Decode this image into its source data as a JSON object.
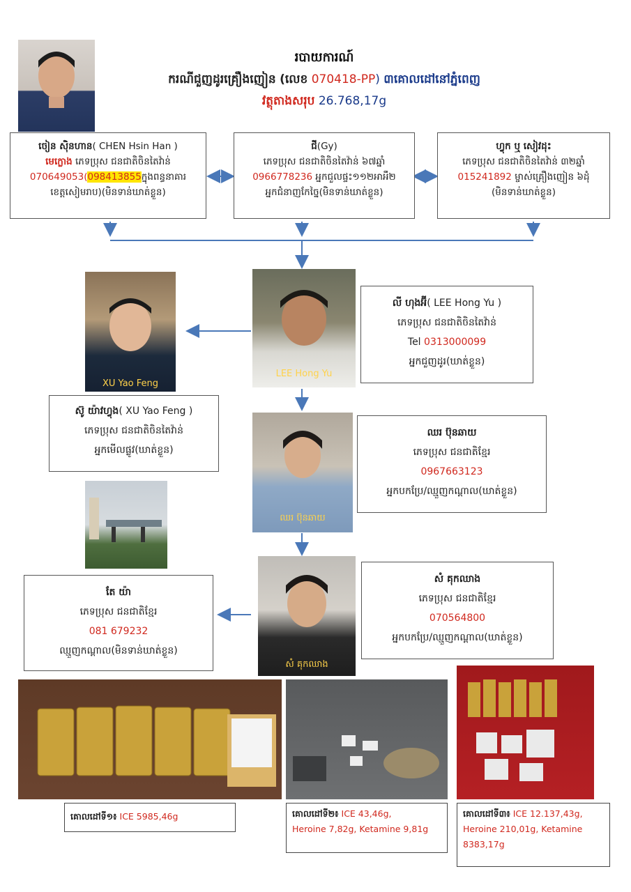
{
  "header": {
    "line1": "របាយការណ៍",
    "line2_prefix": "ករណីជួញដូរគ្រឿងញៀន",
    "line2_no_label": "(លេខ",
    "line2_no": "070418-PP",
    "line2_paren_close": ")",
    "line2_suffix": "៣គោលដៅនៅភ្នំពេញ",
    "line3_label": "វត្ថុតាងសរុប",
    "line3_value": "26.768,17g"
  },
  "people": {
    "chen": {
      "name_kh": "ចៀន ស៊ិនហាន",
      "name_en": "( CHEN Hsin Han )",
      "role_label": "មេក្លោង",
      "line1_rest": "ភេទប្រុស ជនជាតិចិនតៃវ៉ាន់",
      "phone1": "070649053(",
      "phone2": "098413855",
      "line2_rest": "ក្នុងពន្ធនាគារ",
      "line3": "ខេត្តសៀមរាប)(មិនទាន់ឃាត់ខ្លួន)"
    },
    "gy": {
      "name_kh": "ជី",
      "name_en": "(Gy)",
      "line1": "ភេទប្រុស ជនជាតិចិនតៃវ៉ាន់ ៦៧ឆ្នាំ",
      "phone": "0966778236",
      "line2_rest": "អ្នកជួលផ្ទះ១១២អាអឹ២",
      "line3": "អ្នកជំនាញកែច្នៃ(មិនទាន់ឃាត់ខ្លួន)"
    },
    "third": {
      "name_kh": "ហ្វុក ឬ សៀវដុះ",
      "line1": "ភេទប្រុស ជនជាតិចិនតៃវ៉ាន់ ៣២ឆ្នាំ",
      "phone": "015241892",
      "line2_rest": "ម្ចាស់គ្រឿងញៀន ៦ដុំ",
      "line3": "(មិនទាន់ឃាត់ខ្លួន)"
    },
    "lee": {
      "name_kh": "លី ហុងអ៊ី",
      "name_en": "( LEE Hong Yu )",
      "line1": "ភេទប្រុស ជនជាតិចិនតៃវ៉ាន់",
      "tel_label": "Tel",
      "phone": "0313000099",
      "line3": "អ្នកជួញដូរ(ឃាត់ខ្លួន)",
      "photo_caption": "LEE Hong Yu"
    },
    "xu": {
      "name_kh": "ស៊ូ យ៉ាវហ្វុង",
      "name_en": "( XU Yao Feng )",
      "line1": "ភេទប្រុស ជនជាតិចិនតៃវ៉ាន់",
      "line2": "អ្នកមើលផ្លូវ(ឃាត់ខ្លួន)",
      "photo_caption": "XU Yao Feng"
    },
    "chheun": {
      "name_kh": "ឈរ ប៊ុនឆាយ",
      "line1": "ភេទប្រុស ជនជាតិខ្មែរ",
      "phone": "0967663123",
      "line3": "អ្នកបកប្រែ/ឈ្មួញកណ្ដាល(ឃាត់ខ្លួន)",
      "photo_caption": "ឈរ ប៊ុនឆាយ"
    },
    "sam": {
      "name_kh": "សំ គុកឈាង",
      "line1": "ភេទប្រុស ជនជាតិខ្មែរ",
      "phone": "070564800",
      "line3": "អ្នកបកប្រែ/ឈ្មួញកណ្ដាល(ឃាត់ខ្លួន)",
      "photo_caption": "សំ គុកឈាង"
    },
    "tae": {
      "name_kh": "តែ យ៉ា",
      "line1": "ភេទប្រុស ជនជាតិខ្មែរ",
      "phone": "081 679232",
      "line3": "ឈ្មួញកណ្ដាល(មិនទាន់ឃាត់ខ្លួន)"
    }
  },
  "targets": [
    {
      "label": "គោលដៅទី១៖",
      "value_line1": "ICE 5985,46g",
      "value_line2": "",
      "value_line3": ""
    },
    {
      "label": "គោលដៅទី២៖",
      "value_line1": "ICE 43,46g,",
      "value_line2": "Heroine 7,82g, Ketamine 9,81g",
      "value_line3": ""
    },
    {
      "label": "គោលដៅទី៣៖",
      "value_line1": "ICE 12.137,43g,",
      "value_line2": "Heroine 210,01g, Ketamine",
      "value_line3": "8383,17g"
    }
  ],
  "colors": {
    "arrow": "#4a78b8",
    "phone_red": "#d0281e",
    "title_blue": "#1a3a8a",
    "highlight": "#ffe600"
  }
}
